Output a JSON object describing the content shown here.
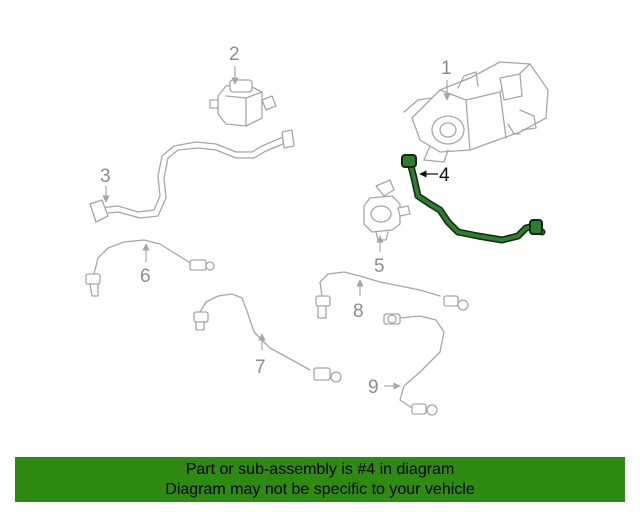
{
  "callouts": {
    "c1": "1",
    "c2": "2",
    "c3": "3",
    "c4": "4",
    "c5": "5",
    "c6": "6",
    "c7": "7",
    "c8": "8",
    "c9": "9"
  },
  "highlight_color": "#2f8a12",
  "banner": {
    "line1": "Part or sub-assembly is #4 in diagram",
    "line2": "Diagram may not be specific to your vehicle"
  }
}
